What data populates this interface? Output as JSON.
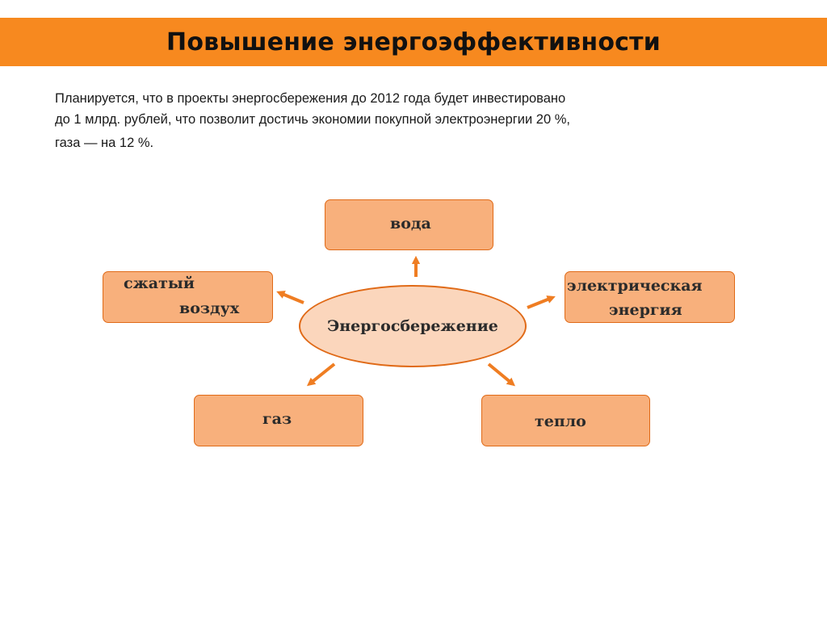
{
  "title": "Повышение энергоэффективности",
  "intro": {
    "line1": "Планируется, что  в проекты энергосбережения  до 2012 года будет инвестировано",
    "line2": "до 1 млрд. рублей, что позволит достичь экономии покупной электроэнергии  20 %,",
    "line3": "газа — на 12 %."
  },
  "diagram": {
    "center": "Энергосбережение",
    "water": "вода",
    "air_line1": "сжатый",
    "air_line2": "воздух",
    "elec_line1": "электрическая",
    "elec_line2": "энергия",
    "gas": "газ",
    "heat": "тепло"
  },
  "colors": {
    "title_bar": "#f7891f",
    "box_fill": "#f8b07c",
    "box_border": "#e06a17",
    "ellipse_fill": "#fbd6bc",
    "arrow": "#ef7d22"
  }
}
